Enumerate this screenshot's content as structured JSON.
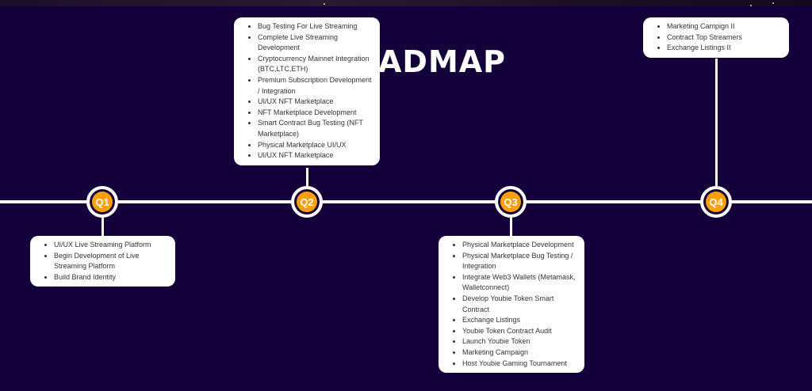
{
  "roadmap": {
    "title_fragment": "ADMAP",
    "colors": {
      "background": "#13003a",
      "accent": "#ff9f00",
      "line": "#ffffff"
    },
    "quarters": [
      {
        "label": "Q1",
        "items": [
          "UI/UX Live Streaming Platform",
          "Begin Development of Live Streaming Platform",
          "Build Brand Identity"
        ]
      },
      {
        "label": "Q2",
        "items": [
          "Bug Testing For Live Streaming",
          "Complete Live Streaming Development",
          "Cryptocurrency Mainnet Integration (BTC,LTC,ETH)",
          "Premium Subscription Development / Integration",
          "UI/UX NFT Marketplace",
          "NFT Marketplace Development",
          "Smart Contract Bug Testing (NFT Marketplace)",
          "Physical Marketplace UI/UX",
          "UI/UX NFT Marketplace"
        ]
      },
      {
        "label": "Q3",
        "items": [
          "Physical Marketplace Development",
          "Physical Marketplace Bug Testing / Integration",
          "Integrate Web3 Wallets (Metamask, Walletconnect)",
          "Develop Youbie Token Smart Contract",
          "Exchange Listings",
          "Youbie Token Contract Audit",
          "Launch Youbie Token",
          "Marketing Campaign",
          "Host Youbie Gaming Tournament"
        ]
      },
      {
        "label": "Q4",
        "items": [
          "Marketing Campign II",
          "Contract Top Streamers",
          "Exchange Listings II"
        ]
      }
    ]
  }
}
